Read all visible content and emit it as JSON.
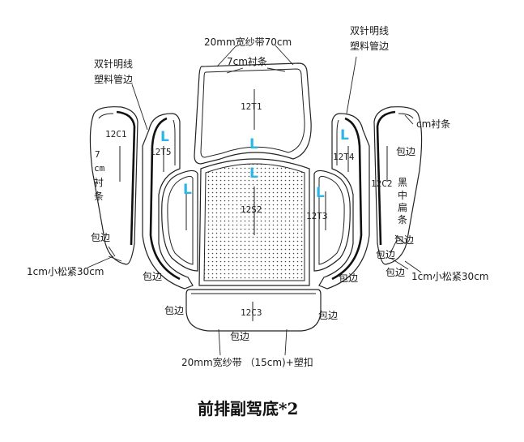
{
  "title": "前排副驾底*2",
  "pieces": {
    "t1": "12T1",
    "s2": "12S2",
    "c1": "12C1",
    "c2": "12C2",
    "t5": "12T5",
    "t4": "12T4",
    "t3": "12T3",
    "c3": "12C3",
    "l_mark": "L"
  },
  "annotations": {
    "top_gauze": "20mm宽纱带70cm",
    "top_liner": "7cm衬条",
    "left_topstitch_1": "双针明线",
    "left_topstitch_2": "塑料管边",
    "right_topstitch_1": "双针明线",
    "right_topstitch_2": "塑料管边",
    "liner_left_1": "7",
    "liner_left_2": "cm",
    "liner_left_3": "衬",
    "liner_left_4": "条",
    "liner_right": "cm衬条",
    "black_strip_1": "黑",
    "black_strip_2": "中",
    "black_strip_3": "扁",
    "black_strip_4": "条",
    "binding": "包边",
    "elastic_left": "1cm小松紧30cm",
    "elastic_right": "1cm小松紧30cm",
    "bottom_gauze": "20mm宽纱带 （15cm)+塑扣"
  }
}
